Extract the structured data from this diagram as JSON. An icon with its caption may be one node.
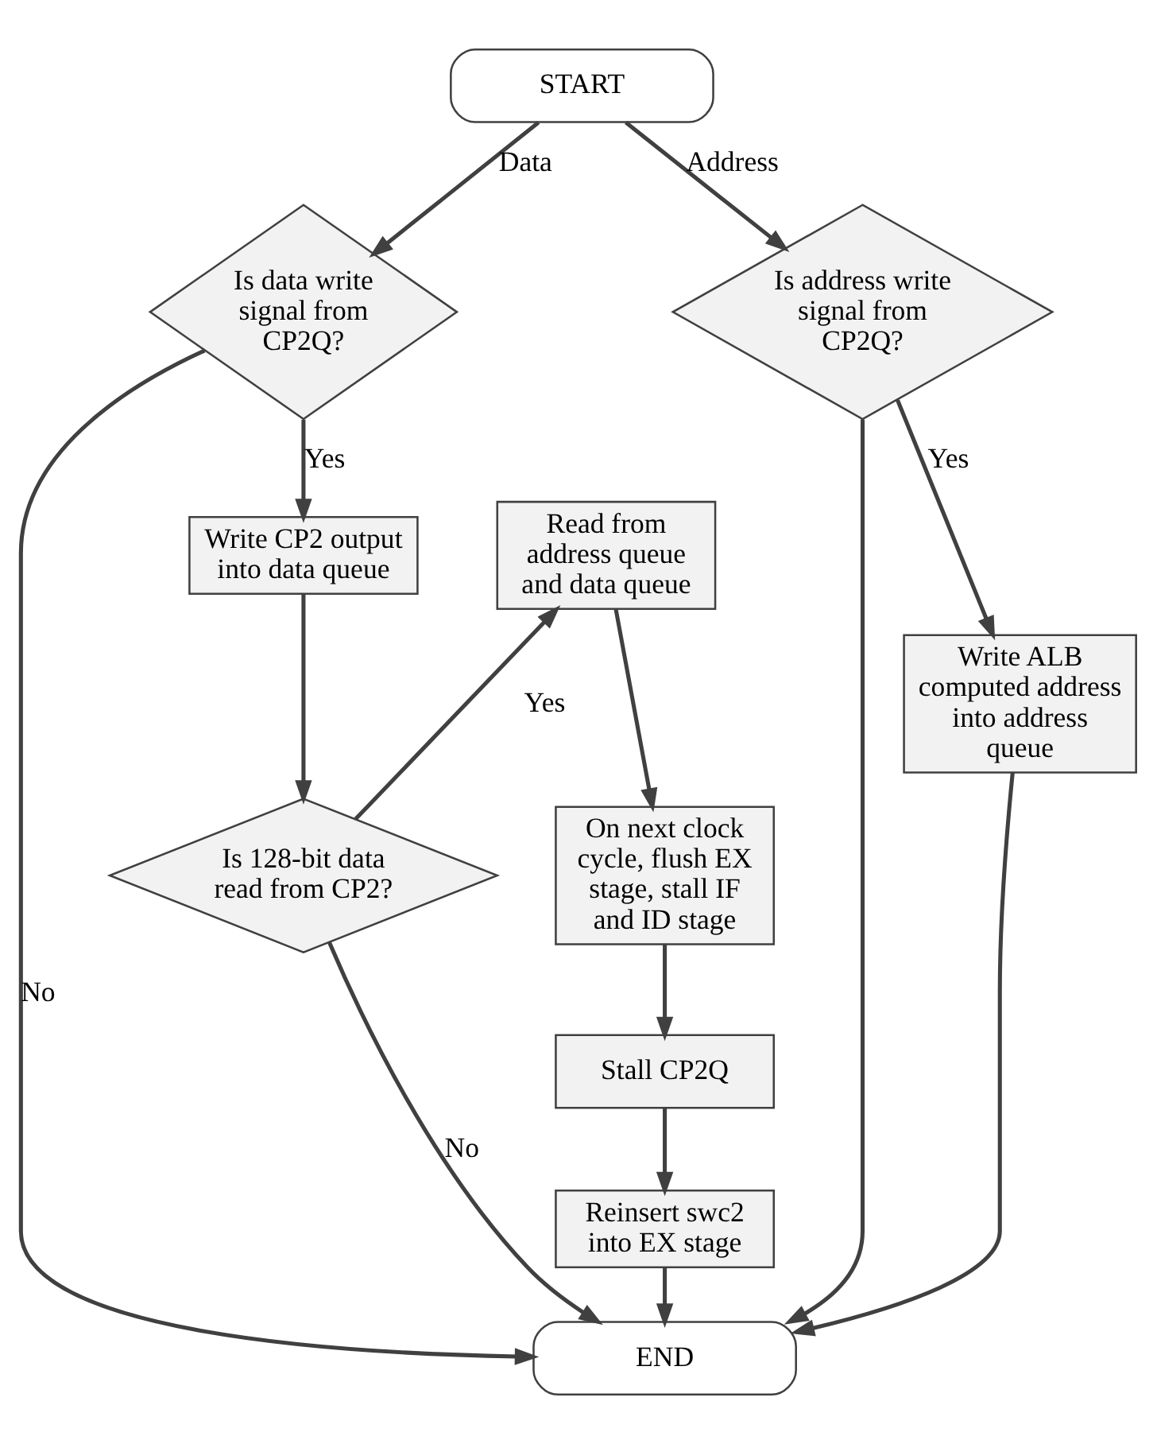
{
  "diagram": {
    "nodes": [
      {
        "text": [
          "START"
        ]
      },
      {
        "text": [
          "Is data write signal from CP2Q?"
        ]
      },
      {
        "text": [
          "Is address write signal from CP2Q?"
        ]
      },
      {
        "text": [
          "Write CP2 output into data queue"
        ]
      },
      {
        "text": [
          "Is 128-bit data read from CP2?"
        ]
      },
      {
        "text": [
          "Write ALB computed address into address queue"
        ]
      },
      {
        "text": [
          "Read from address queue and data queue"
        ]
      },
      {
        "text": [
          "On next clock cycle, flush EX stage, stall IF and ID stage"
        ]
      },
      {
        "text": [
          "Stall CP2Q"
        ]
      },
      {
        "text": [
          "Reinsert swc2 into EX stage"
        ]
      },
      {
        "text": [
          "END"
        ]
      }
    ],
    "edges": [
      {
        "from": 0,
        "to": 1,
        "arrow": "to",
        "label": "Data"
      },
      {
        "from": 0,
        "to": 2,
        "arrow": "to",
        "label": "Address"
      },
      {
        "from": 1,
        "to": 3,
        "arrow": "to",
        "label": "Yes"
      },
      {
        "from": 2,
        "to": 5,
        "arrow": "to",
        "label": "Yes"
      },
      {
        "from": 3,
        "to": 4,
        "arrow": "to"
      },
      {
        "from": 4,
        "to": 6,
        "arrow": "to",
        "label": "Yes"
      },
      {
        "from": 6,
        "to": 7,
        "arrow": "to"
      },
      {
        "from": 7,
        "to": 8,
        "arrow": "to"
      },
      {
        "from": 8,
        "to": 9,
        "arrow": "to"
      },
      {
        "from": 1,
        "to": 10,
        "arrow": "to",
        "label": "No"
      },
      {
        "from": 2,
        "to": 10,
        "arrow": "to"
      },
      {
        "from": 4,
        "to": 10,
        "arrow": "to",
        "label": "No"
      },
      {
        "from": 5,
        "to": 10,
        "arrow": "to"
      },
      {
        "from": 9,
        "to": 10,
        "arrow": "to"
      }
    ]
  }
}
